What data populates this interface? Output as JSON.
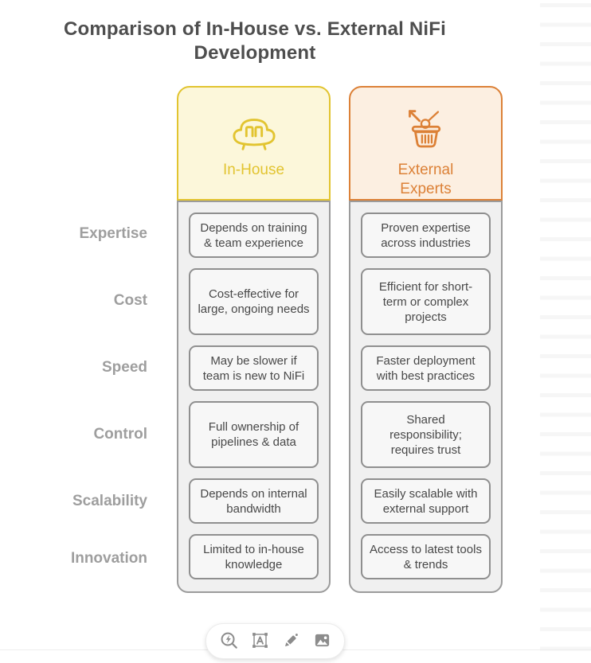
{
  "title": "Comparison of In-House vs. External NiFi Development",
  "columns": [
    {
      "label": "In-House",
      "icon": "couch-icon",
      "accent": "#e2c430",
      "fill": "#fcf7da"
    },
    {
      "label": "External Experts",
      "icon": "basket-launch-icon",
      "accent": "#dc8137",
      "fill": "#fcefe1"
    }
  ],
  "rows": [
    {
      "label": "Expertise",
      "inhouse": "Depends on training & team experience",
      "external": "Proven expertise across industries"
    },
    {
      "label": "Cost",
      "inhouse": "Cost-effective for large, ongoing needs",
      "external": "Efficient for short-term or complex projects"
    },
    {
      "label": "Speed",
      "inhouse": "May be slower if team is new to NiFi",
      "external": "Faster deployment with best practices"
    },
    {
      "label": "Control",
      "inhouse": "Full ownership of pipelines & data",
      "external": "Shared responsibility; requires trust"
    },
    {
      "label": "Scalability",
      "inhouse": "Depends on internal bandwidth",
      "external": "Easily scalable with external support"
    },
    {
      "label": "Innovation",
      "inhouse": "Limited to in-house knowledge",
      "external": "Access to latest tools & trends"
    }
  ],
  "toolbar": {
    "icons": [
      "ai-lens-icon",
      "text-tool-icon",
      "marker-tool-icon",
      "image-tool-icon"
    ]
  },
  "colors": {
    "title_text": "#4e4e4e",
    "row_label_text": "#9e9e9e",
    "body_fill": "#f0f0f0",
    "body_border": "#9b9b9b",
    "cell_fill": "#f7f7f7",
    "cell_border": "#8f8f8f",
    "cell_text": "#484848",
    "toolbar_icon": "#8c8c8c"
  }
}
